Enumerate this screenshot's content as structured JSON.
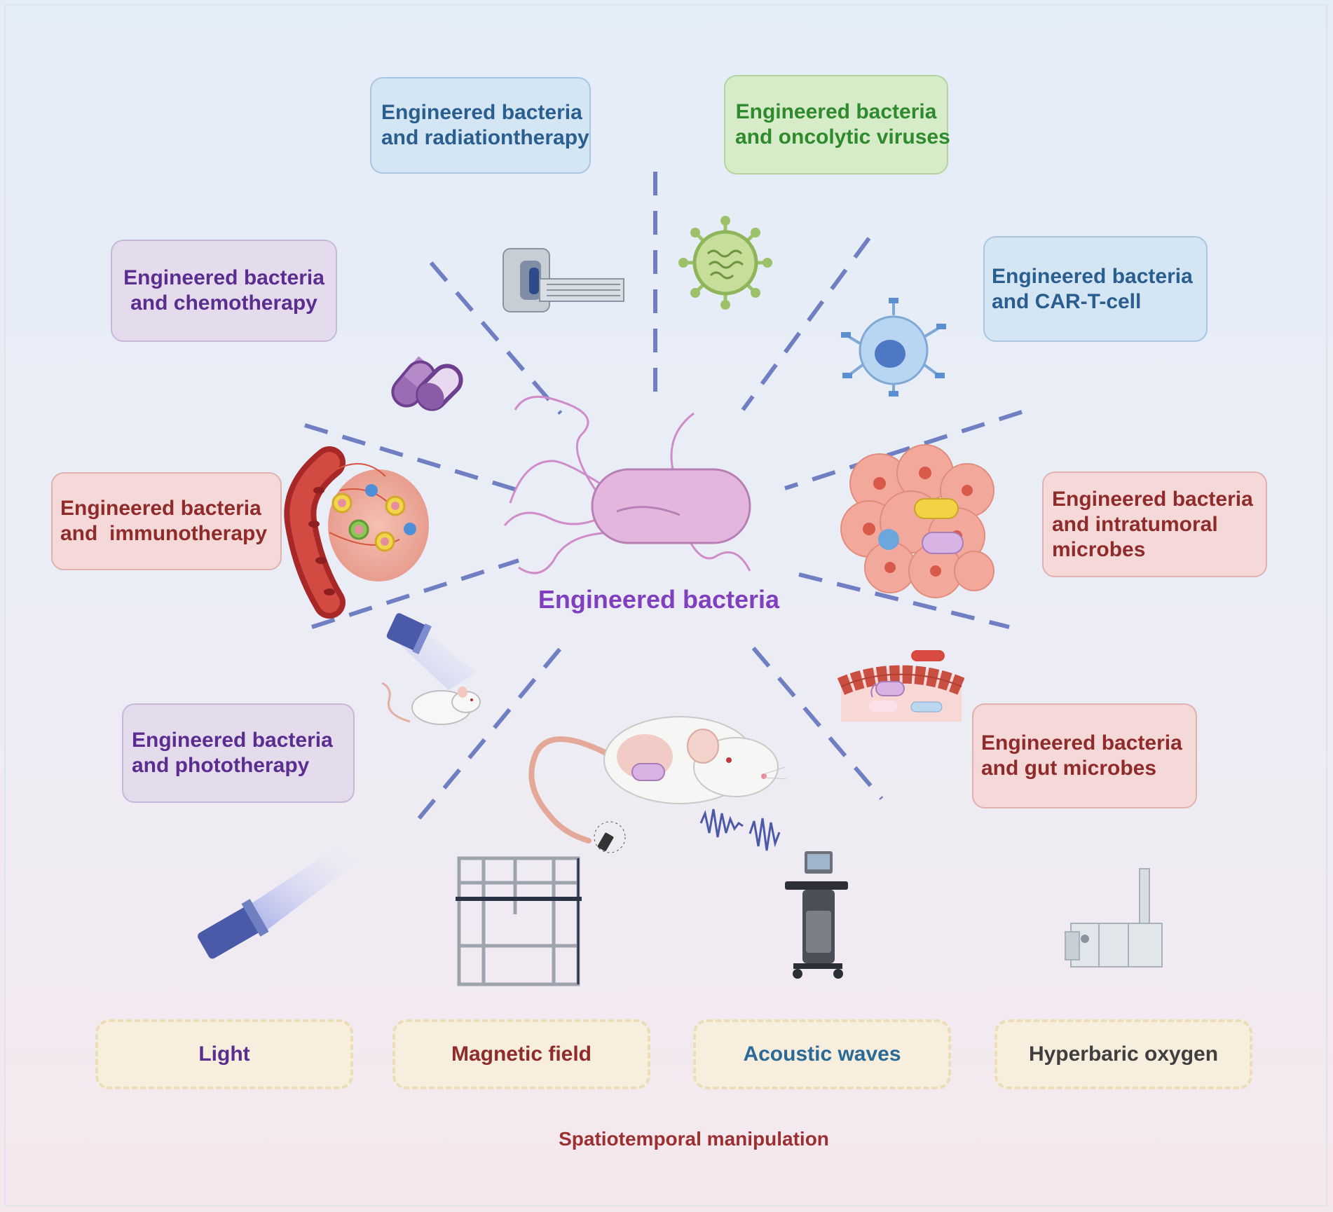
{
  "center": {
    "title": "Engineered bacteria"
  },
  "therapies": {
    "radiation": {
      "line1": "Engineered bacteria",
      "line2": "and radiationtherapy"
    },
    "oncolytic": {
      "line1": "Engineered bacteria",
      "line2": "and oncolytic viruses"
    },
    "chemo": {
      "line1": "Engineered bacteria",
      "line2": "and chemotherapy"
    },
    "cart": {
      "line1": "Engineered bacteria",
      "line2": "and CAR-T-cell"
    },
    "immuno": {
      "line1": "Engineered bacteria",
      "line2": "and  immunotherapy"
    },
    "intratumoral": {
      "line1": "Engineered bacteria",
      "line2": "and intratumoral",
      "line3": "microbes"
    },
    "photo": {
      "line1": "Engineered bacteria",
      "line2": "and phototherapy"
    },
    "gut": {
      "line1": "Engineered bacteria",
      "line2": "and gut microbes"
    }
  },
  "modalities": {
    "light": "Light",
    "magnetic": "Magnetic field",
    "acoustic": "Acoustic waves",
    "hyperbaric": "Hyperbaric oxygen"
  },
  "footer": "Spatiotemporal manipulation",
  "colors": {
    "blue_text": "#2a5e8f",
    "green_text": "#2f8a2d",
    "purple_text": "#5a2d8f",
    "red_text": "#8f2b2b",
    "dash_line": "#6f7fc2",
    "center_text": "#7f3fbf"
  },
  "icons": [
    "ct-scanner-icon",
    "virus-icon",
    "car-t-cell-icon",
    "capsule-pills-icon",
    "bacterium-icon",
    "blood-vessel-tumor-icon",
    "tumor-tissue-icon",
    "flashlight-mouse-icon",
    "gut-villi-icon",
    "mouse-icon",
    "magnetic-cage-icon",
    "ultrasound-machine-icon",
    "hyperbaric-chamber-icon",
    "flashlight-icon"
  ]
}
